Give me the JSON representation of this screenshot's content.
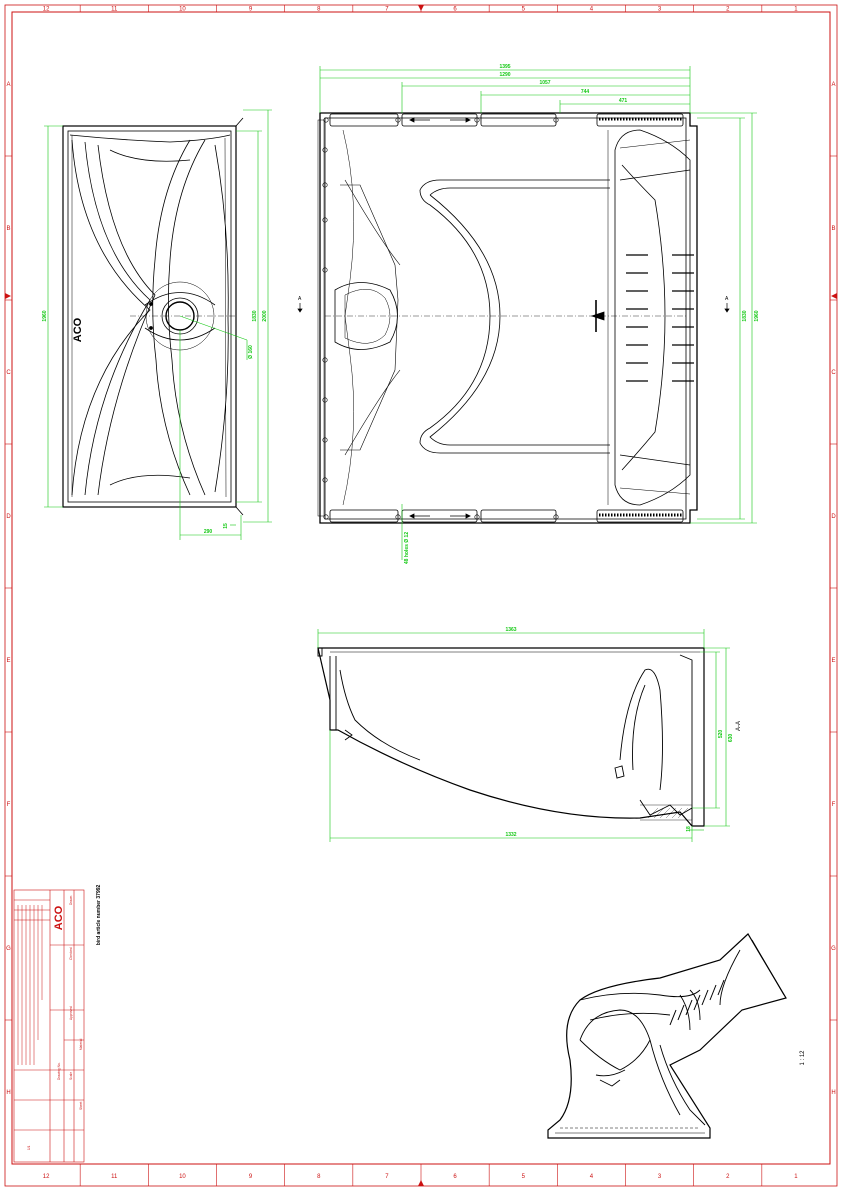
{
  "sheet": {
    "top_columns": [
      "12",
      "11",
      "10",
      "9",
      "8",
      "7",
      "6",
      "5",
      "4",
      "3",
      "2",
      "1"
    ],
    "bottom_columns": [
      "12",
      "11",
      "10",
      "9",
      "8",
      "7",
      "6",
      "5",
      "4",
      "3",
      "2",
      "1"
    ],
    "rows": [
      "A",
      "B",
      "C",
      "D",
      "E",
      "F",
      "G",
      "H"
    ],
    "colors": {
      "frame": "#cc1111",
      "dimension": "#11c811",
      "geometry": "#000000"
    }
  },
  "end_view": {
    "brand_mark": "ACO",
    "dimensions": {
      "width": "1960",
      "inner": "1830",
      "outer": "2000",
      "drain_dia": "Ø 160",
      "offset": "290",
      "flange": "15"
    }
  },
  "plan_view": {
    "dimensions": {
      "overall": "1395",
      "d1": "1290",
      "d2": "1057",
      "d3": "744",
      "d4": "471",
      "height_outer": "1960",
      "height_inner": "1830"
    },
    "holes_note": "48 holes Ø 12",
    "section_marker": "A"
  },
  "section_view": {
    "label": "A-A",
    "dimensions": {
      "top": "1363",
      "bottom": "1332",
      "h1": "520",
      "h2": "630",
      "base": "18"
    }
  },
  "iso_view": {
    "scale": "1 : 12"
  },
  "title_block": {
    "caption": "bird article number 37992",
    "logo": "ACO",
    "fields": [
      "Drawn",
      "Checked",
      "Approved",
      "Scale",
      "Sheet",
      "Material",
      "Drawing No."
    ],
    "sheet_no": "1/1"
  }
}
